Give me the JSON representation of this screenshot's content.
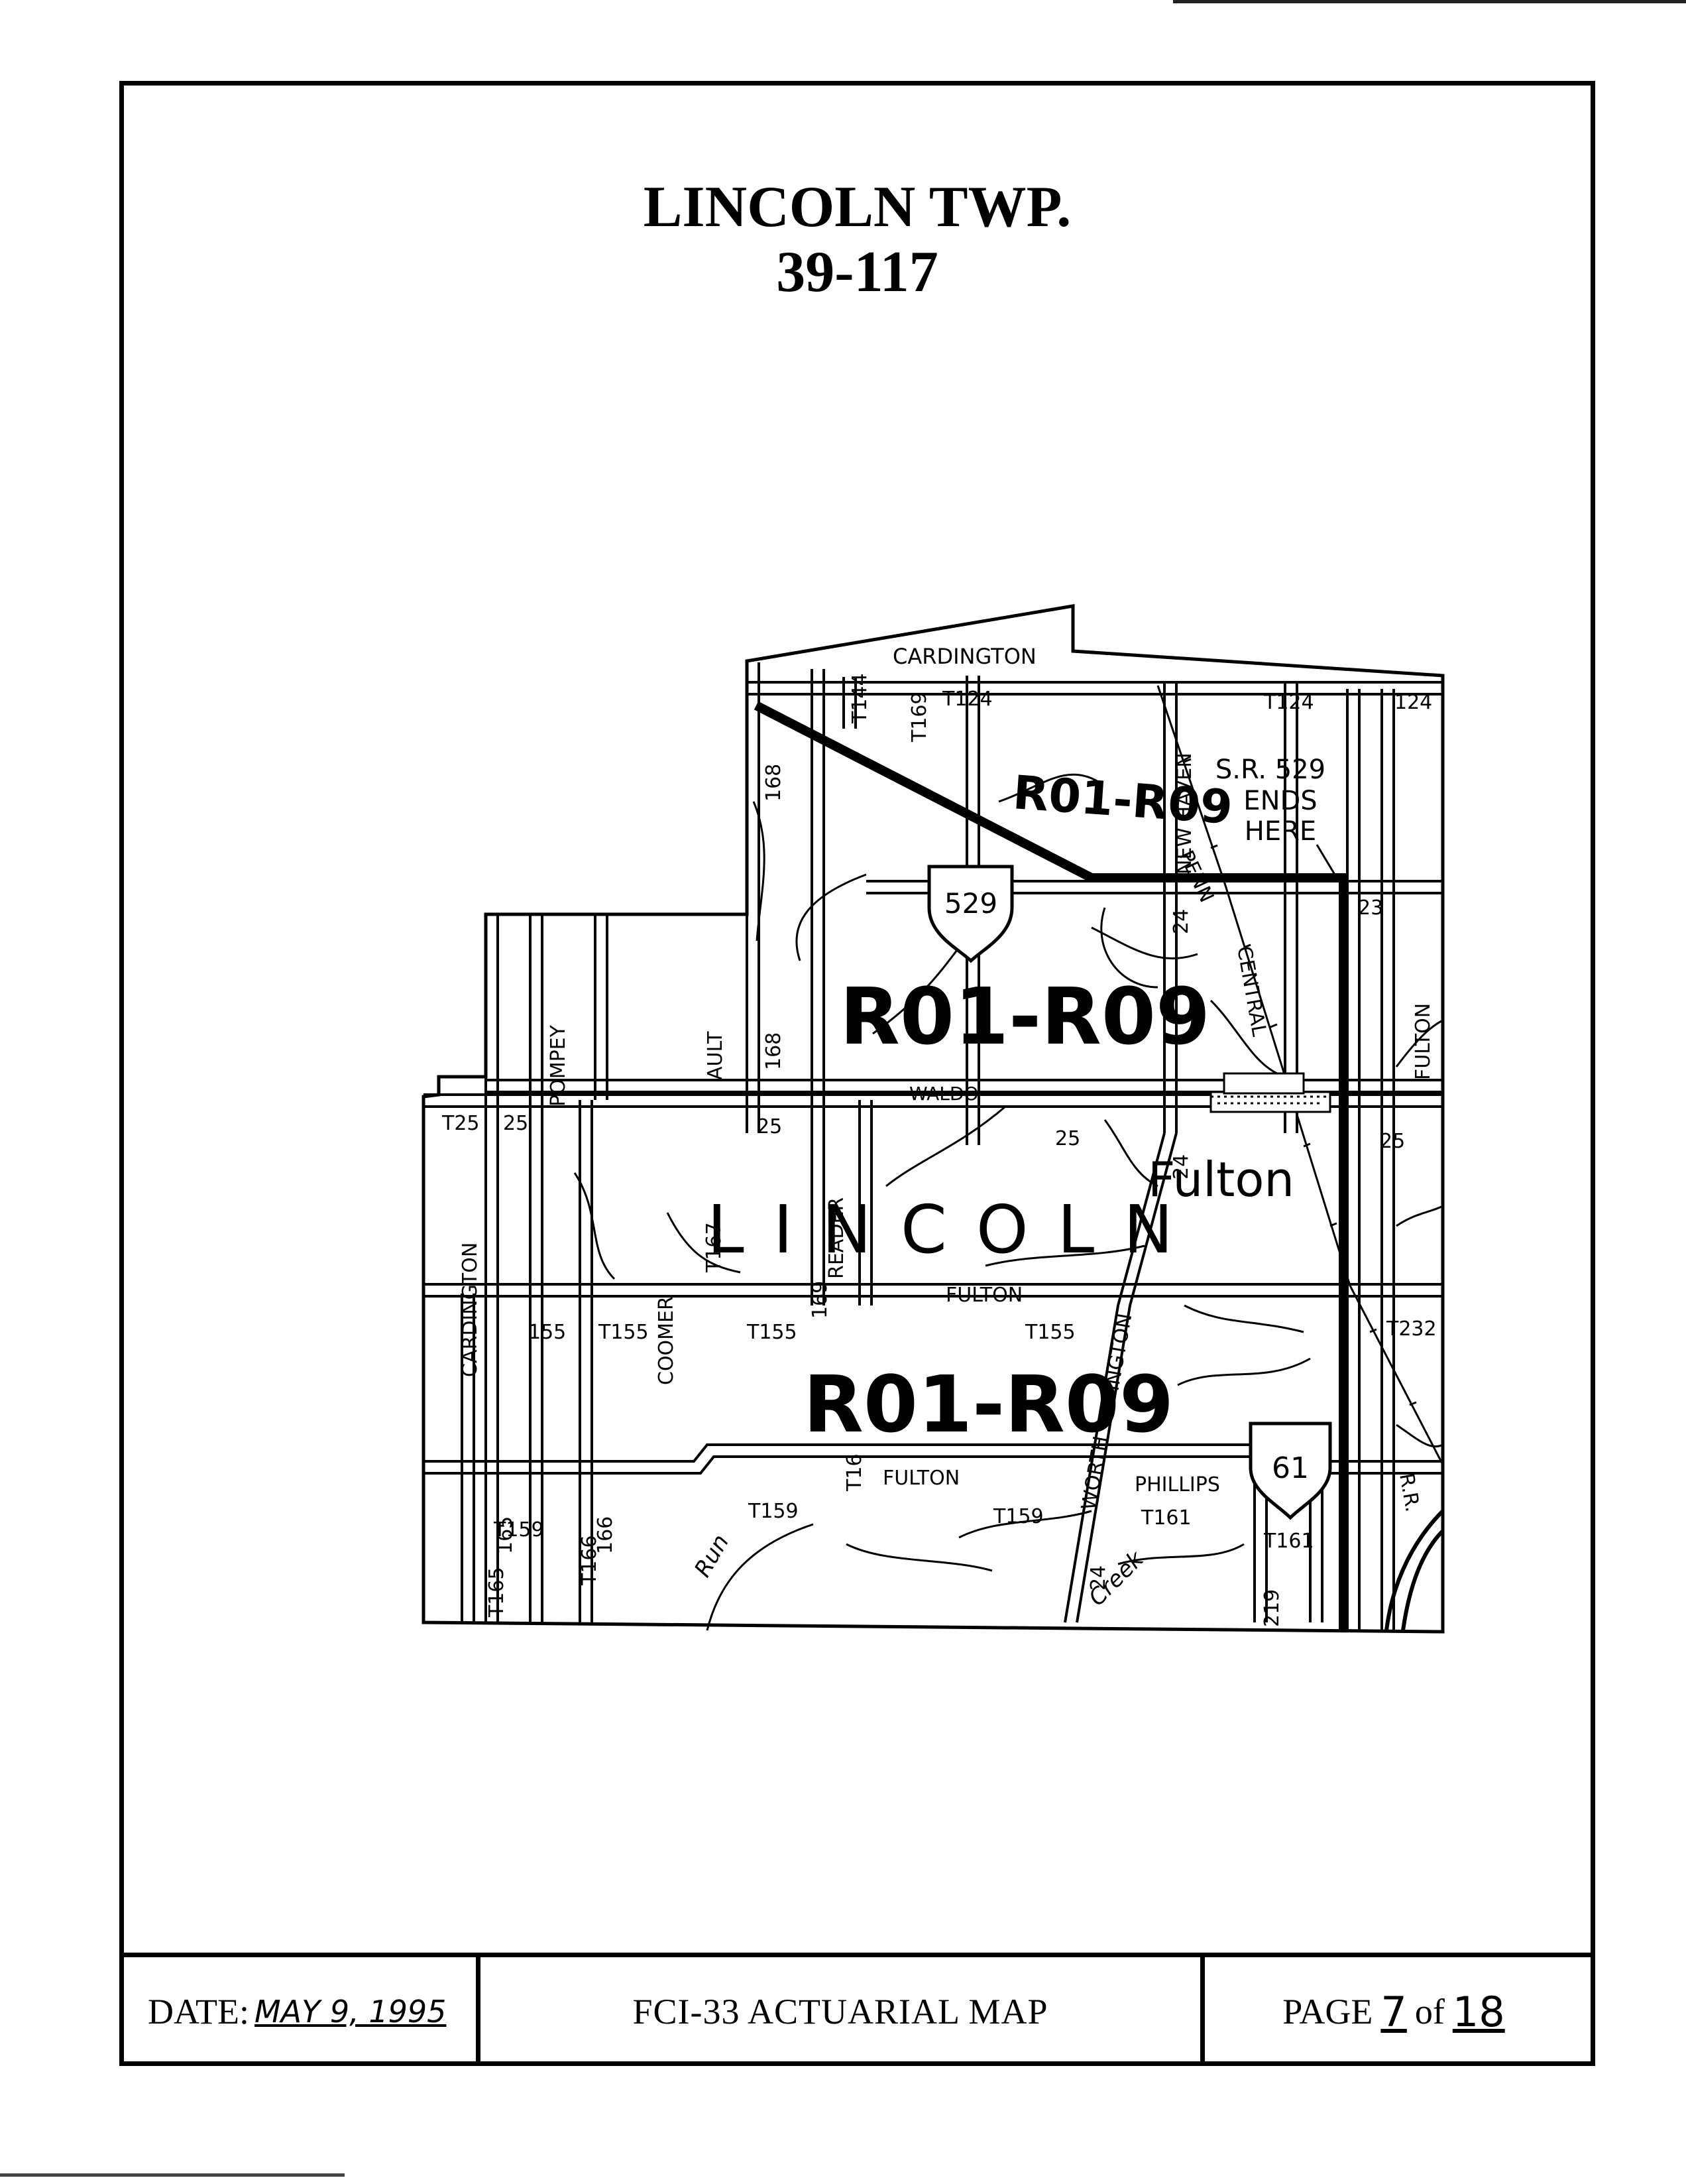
{
  "title": {
    "line1": "LINCOLN  TWP.",
    "line2": "39-117"
  },
  "map": {
    "township_label": "LINCOLN",
    "rating_labels": [
      "R01-R09",
      "R01-R09",
      "R01-R09"
    ],
    "route_shields": [
      "529",
      "61"
    ],
    "note": [
      "S.R. 529",
      "ENDS",
      "HERE"
    ],
    "place_name": "Fulton",
    "road_labels": {
      "cardington_top": "CARDINGTON",
      "cardington_left": "CARDINGTON",
      "t124a": "T124",
      "t124b": "T124",
      "r124": "124",
      "t144": "T144",
      "t169": "T169",
      "r168a": "168",
      "r168b": "168",
      "new_haven": "NEW HAVEN",
      "penn": "PENN",
      "r24a": "24",
      "r24b": "24",
      "r24c": "24",
      "r23": "23",
      "fulton_right": "FULTON",
      "central": "CENTRAL",
      "ault": "AULT",
      "pompey": "POMPEY",
      "waldo": "WALDO",
      "t25": "T25",
      "r25a": "25",
      "r25b": "25",
      "r25c": "25",
      "r25d": "25",
      "coomer": "COOMER",
      "t167": "T167",
      "reader": "READER",
      "r169": "169",
      "fulton_mid": "FULTON",
      "worthington_top": "INGTON",
      "worth": "WORTH",
      "r155": "155",
      "t155a": "T155",
      "t155b": "T155",
      "t155c": "T155",
      "t232": "T232",
      "rr": "R.R.",
      "r165": "165",
      "r166": "166",
      "t16x": "T16",
      "fulton_low": "FULTON",
      "phillips": "PHILLIPS",
      "t159a": "T159",
      "t159b": "T159",
      "t159c": "T159",
      "t161a": "T161",
      "t161b": "T161",
      "t165": "T165",
      "t166": "T166",
      "run": "Run",
      "creek": "Creek",
      "r219": "219"
    }
  },
  "footer": {
    "date_label": "DATE:",
    "date_value": "MAY 9, 1995",
    "doc_title": "FCI-33 ACTUARIAL  MAP",
    "page_label": "PAGE",
    "page_num": "7",
    "of_label": "of",
    "page_total": "18"
  }
}
